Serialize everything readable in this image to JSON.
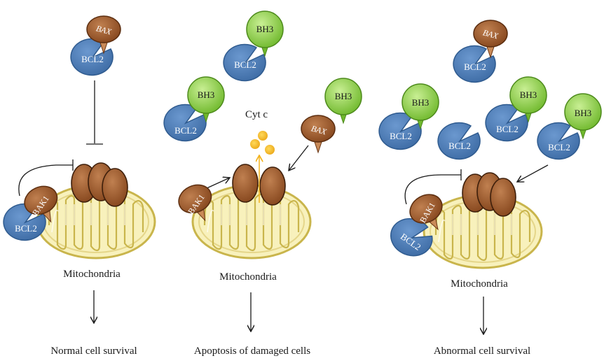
{
  "labels": {
    "bcl2": "BCL2",
    "bh3": "BH3",
    "bax": "BAX",
    "bak1": "BAK1",
    "cyt_c": "Cyt c",
    "mitochondria": "Mitochondria"
  },
  "panels": [
    {
      "outcome": "Normal cell survival"
    },
    {
      "outcome": "Apoptosis of damaged cells"
    },
    {
      "outcome": "Abnormal cell survival"
    }
  ],
  "colors": {
    "bcl2_blue": "#4a7bb6",
    "bh3_green": "#7ec43b",
    "bax_brown": "#9a5a2c",
    "mito_fill": "#f8f1bc",
    "mito_stroke": "#c9b54c",
    "cyt_c_orange": "#f2b21c"
  }
}
